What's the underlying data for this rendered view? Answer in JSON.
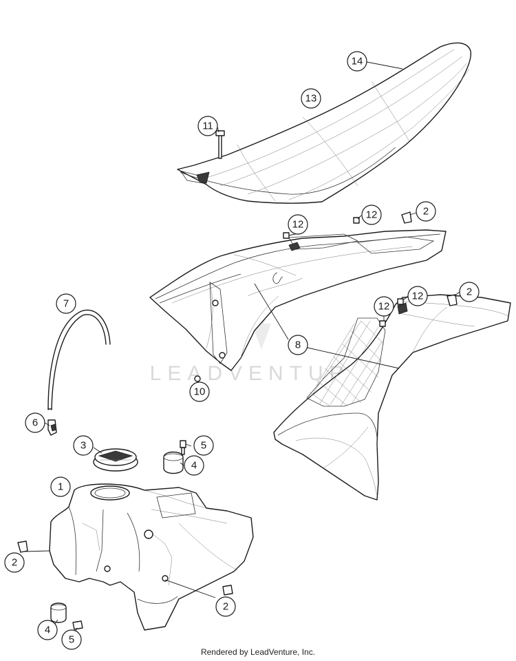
{
  "watermark": {
    "text": "LEADVENTURE",
    "color": "#d9d9d9"
  },
  "footer": {
    "text": "Rendered by LeadVenture, Inc."
  },
  "callouts": [
    {
      "id": "c14",
      "label": "14"
    },
    {
      "id": "c13",
      "label": "13"
    },
    {
      "id": "c11",
      "label": "11"
    },
    {
      "id": "c12a",
      "label": "12"
    },
    {
      "id": "c12b",
      "label": "12"
    },
    {
      "id": "c2a",
      "label": "2"
    },
    {
      "id": "c12c",
      "label": "12"
    },
    {
      "id": "c2b",
      "label": "2"
    },
    {
      "id": "c12d",
      "label": "12"
    },
    {
      "id": "c8",
      "label": "8"
    },
    {
      "id": "c7",
      "label": "7"
    },
    {
      "id": "c10",
      "label": "10"
    },
    {
      "id": "c6",
      "label": "6"
    },
    {
      "id": "c3",
      "label": "3"
    },
    {
      "id": "c5a",
      "label": "5"
    },
    {
      "id": "c4a",
      "label": "4"
    },
    {
      "id": "c1",
      "label": "1"
    },
    {
      "id": "c2c",
      "label": "2"
    },
    {
      "id": "c2d",
      "label": "2"
    },
    {
      "id": "c4b",
      "label": "4"
    },
    {
      "id": "c5b",
      "label": "5"
    }
  ]
}
